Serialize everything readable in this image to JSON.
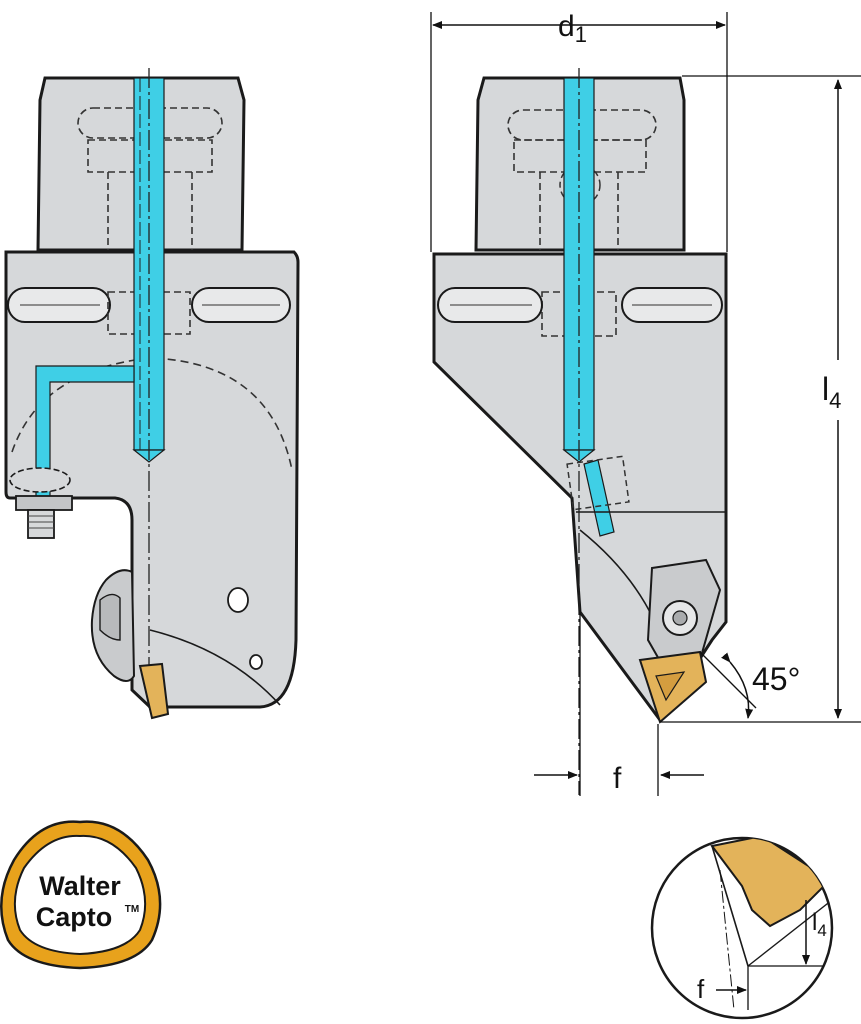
{
  "colors": {
    "body": "#d6d8da",
    "outline": "#1a1a1a",
    "coolant": "#3fcfe6",
    "insert": "#e3b35a",
    "logo_ring": "#e8a21c",
    "logo_inner": "#ffffff"
  },
  "labels": {
    "d1_main": "d",
    "d1_sub": "1",
    "l4_main": "l",
    "l4_sub": "4",
    "f": "f",
    "angle": "45°",
    "detail_l4_main": "l",
    "detail_l4_sub": "4",
    "detail_f": "f"
  },
  "logo": {
    "line1": "Walter",
    "line2": "Capto",
    "tm": "TM"
  }
}
